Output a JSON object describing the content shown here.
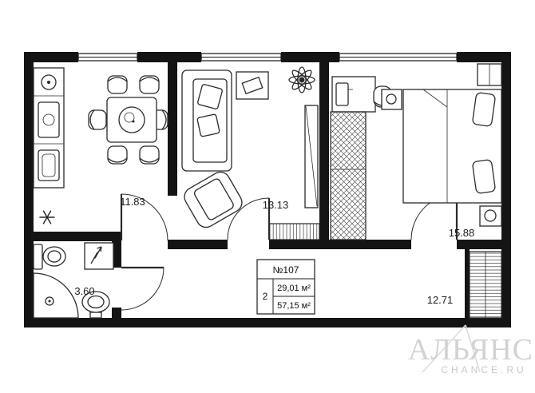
{
  "rooms": {
    "kitchen": {
      "area": "11.83"
    },
    "living": {
      "area": "13.13"
    },
    "bedroom": {
      "area": "15.88"
    },
    "hall": {
      "area": "12.71"
    },
    "bathroom": {
      "area": "3.60"
    }
  },
  "info": {
    "number": "№107",
    "rooms_count": "2",
    "living_area": "29,01 м²",
    "total_area": "57,15 м²"
  },
  "watermark": {
    "brand": "АЛЬЯНС",
    "site": "CHANCE.RU"
  },
  "colors": {
    "wall": "#141414",
    "line": "#2a2a2a",
    "label": "#1c1c1c",
    "watermark": "#d2d2d2"
  },
  "symbols": [
    "kitchen-counter",
    "sink",
    "stove",
    "snowflake",
    "dining-table",
    "chair",
    "sofa",
    "pillow",
    "side-table",
    "armchair",
    "plant",
    "tv-stand",
    "wardrobe",
    "shelf",
    "desk",
    "computer",
    "office-chair",
    "bed",
    "nightstand",
    "dresser",
    "bedside-table",
    "hall-wardrobe",
    "toilet",
    "washing-machine",
    "corner-shower",
    "washbasin",
    "door-swing",
    "window"
  ]
}
